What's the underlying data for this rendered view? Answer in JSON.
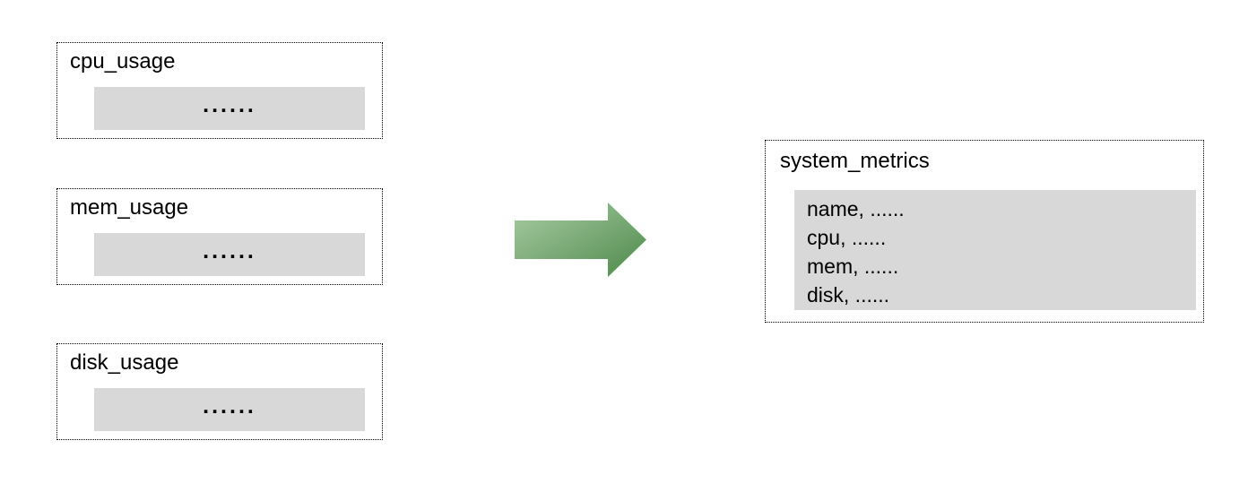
{
  "diagram": {
    "description": "Three per-metric source tables merged into one system_metrics table",
    "colors": {
      "background": "#ffffff",
      "box_border": "#000000",
      "bar_fill": "#d8d8d8",
      "text": "#000000",
      "arrow_gradient_from": "#a9cca4",
      "arrow_gradient_to": "#4d894a"
    },
    "sources": [
      {
        "title": "cpu_usage",
        "body_placeholder": "......"
      },
      {
        "title": "mem_usage",
        "body_placeholder": "......"
      },
      {
        "title": "disk_usage",
        "body_placeholder": "......"
      }
    ],
    "arrow": {
      "direction": "right"
    },
    "target": {
      "title": "system_metrics",
      "rows": [
        "name, ......",
        "cpu, ......",
        "mem, ......",
        "disk, ......"
      ]
    }
  }
}
